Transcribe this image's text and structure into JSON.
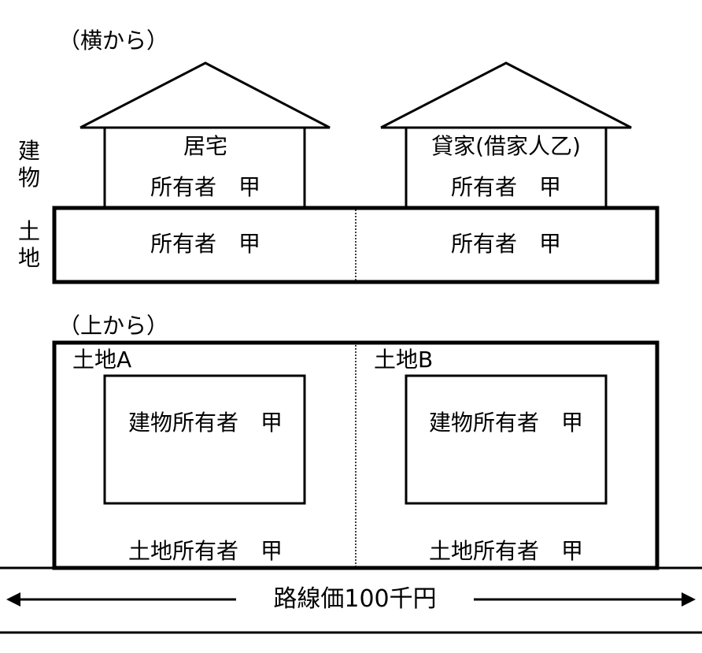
{
  "side_view": {
    "heading": "（横から）",
    "building_label": "建物",
    "land_label": "土地",
    "house_left": {
      "name": "居宅",
      "owner": "所有者　甲"
    },
    "house_right": {
      "name": "貸家(借家人乙)",
      "owner": "所有者　甲"
    },
    "land_left_owner": "所有者　甲",
    "land_right_owner": "所有者　甲"
  },
  "top_view": {
    "heading": "（上から）",
    "lot_a": {
      "label": "土地A",
      "building_owner": "建物所有者　甲",
      "land_owner": "土地所有者　甲"
    },
    "lot_b": {
      "label": "土地B",
      "building_owner": "建物所有者　甲",
      "land_owner": "土地所有者　甲"
    }
  },
  "road": {
    "label": "路線価100千円"
  }
}
